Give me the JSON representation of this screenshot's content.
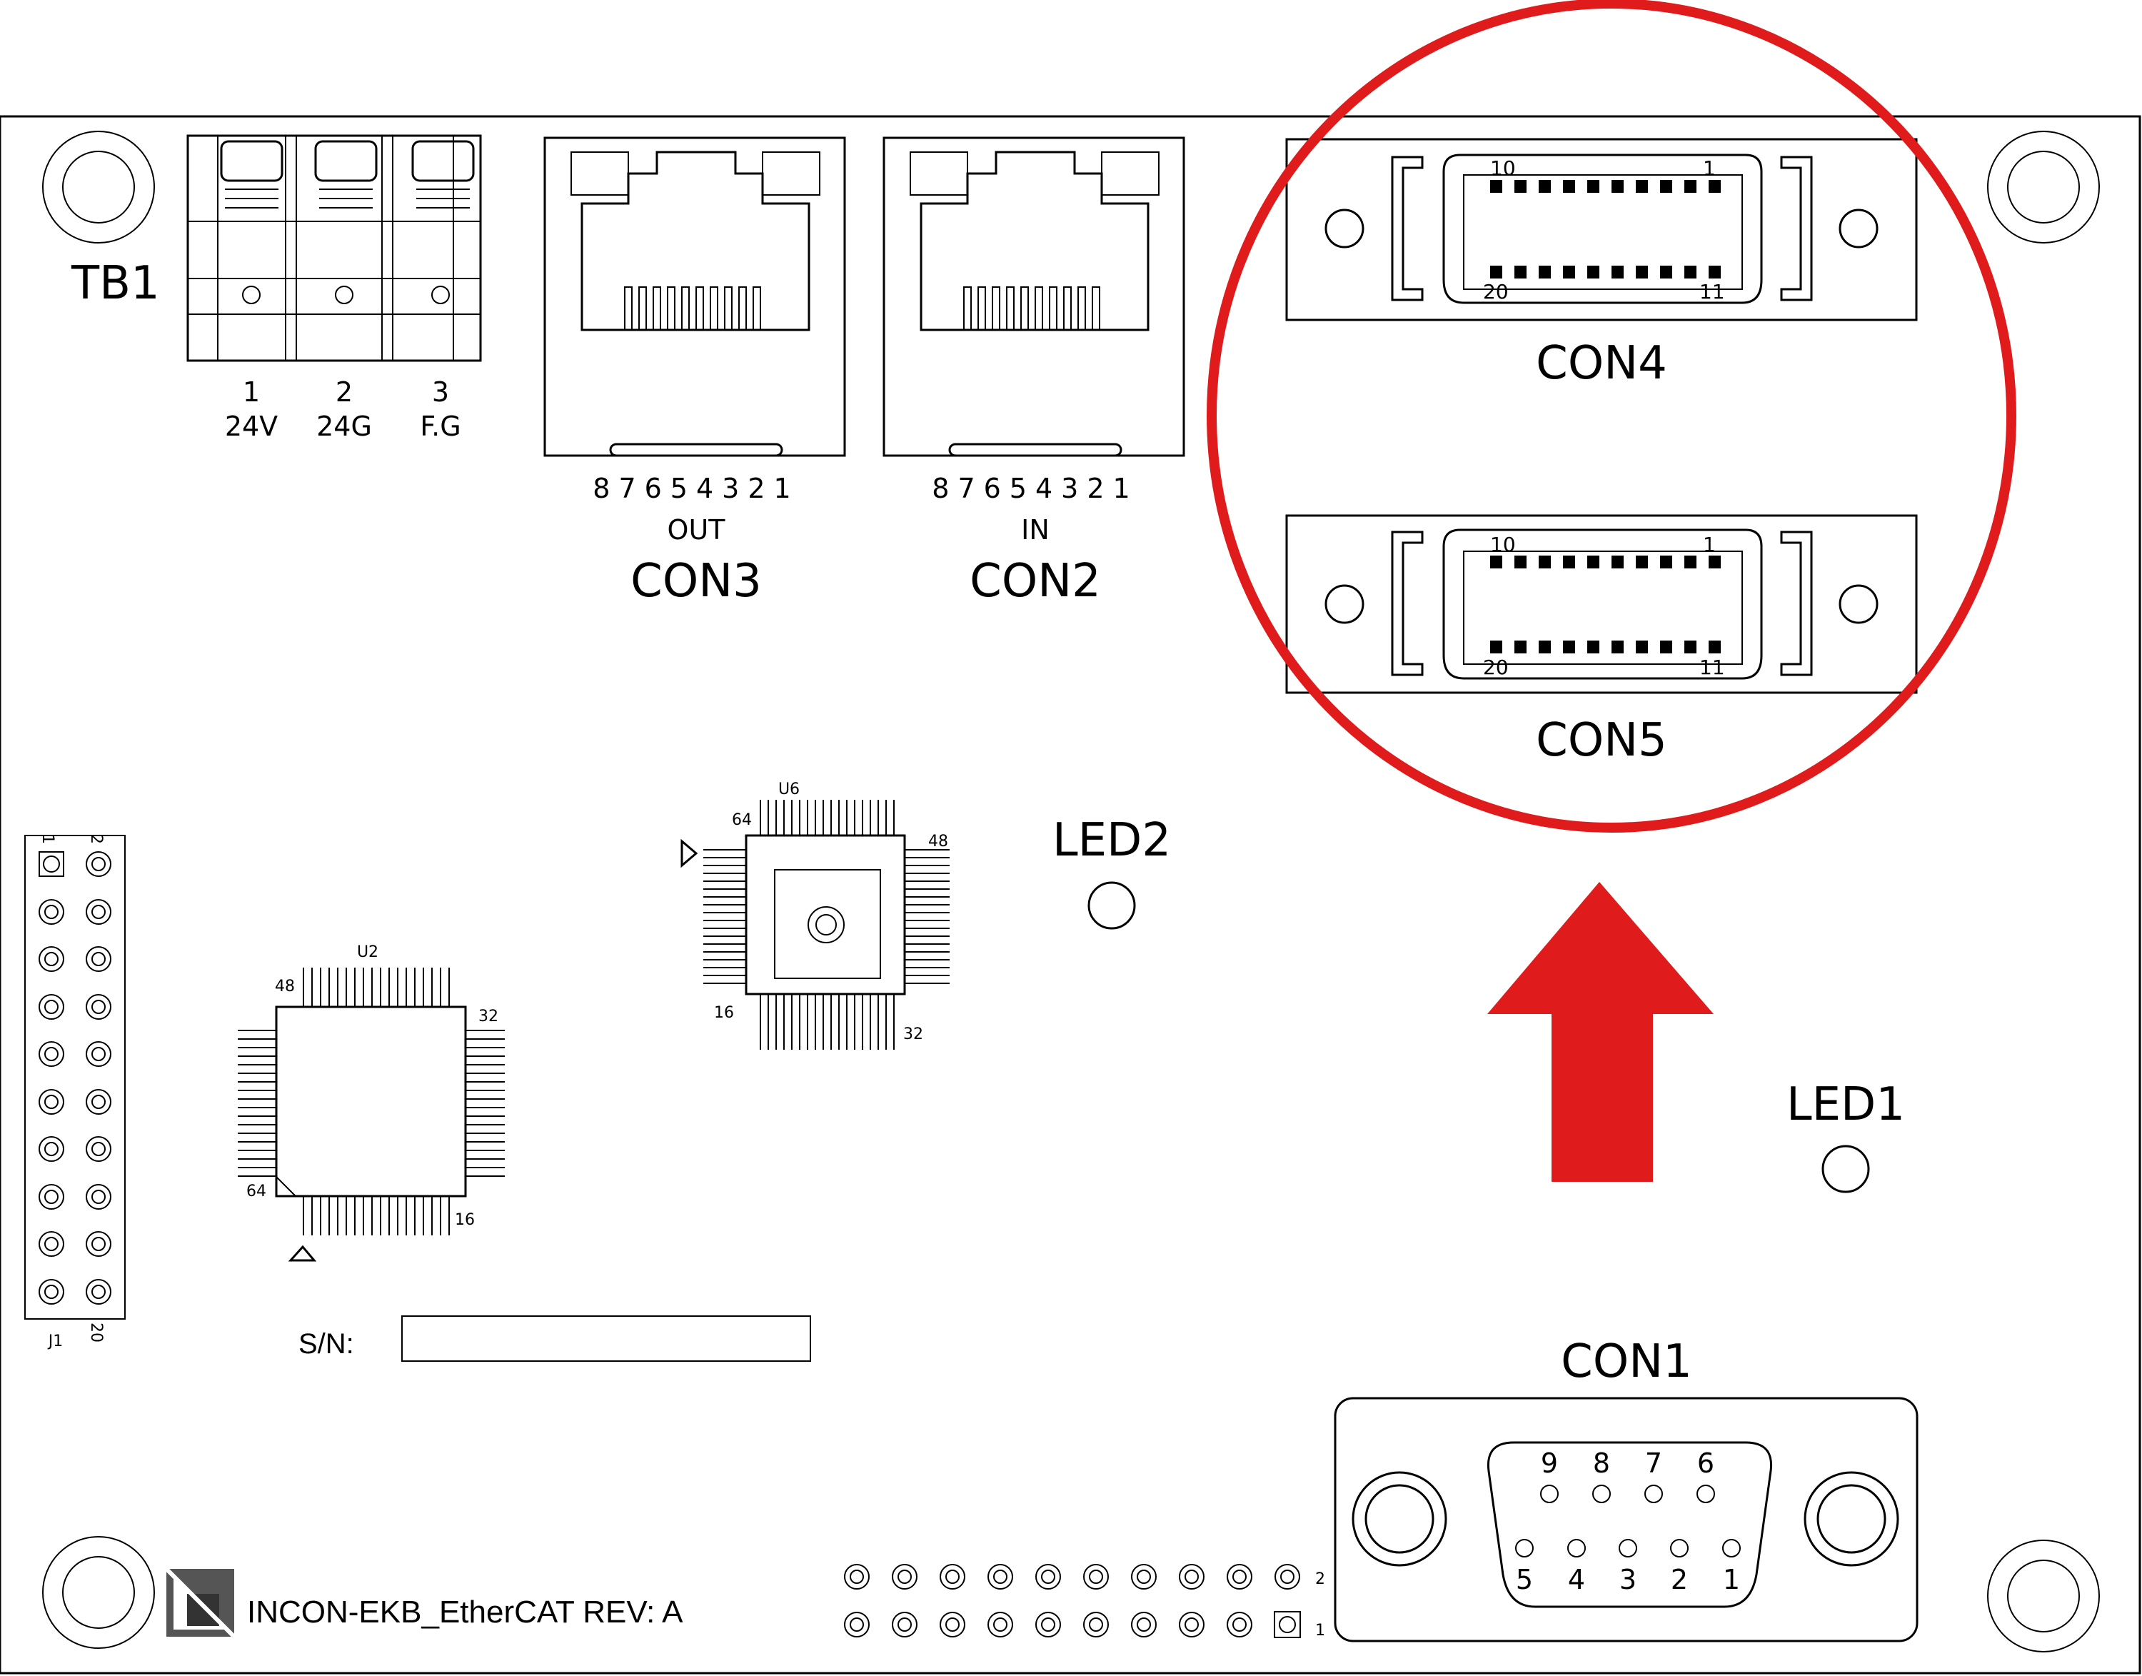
{
  "board": {
    "title": "INCON-EKB_EtherCAT REV: A",
    "sn_label": "S/N:"
  },
  "tb1": {
    "name": "TB1",
    "pins": [
      {
        "num": "1",
        "label": "24V"
      },
      {
        "num": "2",
        "label": "24G"
      },
      {
        "num": "3",
        "label": "F.G"
      }
    ]
  },
  "con3": {
    "name": "CON3",
    "pin_numbers": "87654321",
    "dir": "OUT"
  },
  "con2": {
    "name": "CON2",
    "pin_numbers": "87654321",
    "dir": "IN"
  },
  "con4": {
    "name": "CON4",
    "pin_tl": "10",
    "pin_tr": "1",
    "pin_bl": "20",
    "pin_br": "11"
  },
  "con5": {
    "name": "CON5",
    "pin_tl": "10",
    "pin_tr": "1",
    "pin_bl": "20",
    "pin_br": "11"
  },
  "con1": {
    "name": "CON1",
    "top_pins": [
      "9",
      "8",
      "7",
      "6"
    ],
    "bottom_pins": [
      "5",
      "4",
      "3",
      "2",
      "1"
    ]
  },
  "leds": {
    "led1": "LED1",
    "led2": "LED2"
  },
  "u2": {
    "name": "U2",
    "pin_48": "48",
    "pin_32": "32",
    "pin_64": "64",
    "pin_16": "16"
  },
  "u6": {
    "name": "U6",
    "pin_64": "64",
    "pin_48": "48",
    "pin_16": "16",
    "pin_32": "32"
  },
  "j1": {
    "name": "J1",
    "pin_1": "1",
    "pin_2": "2",
    "pin_20": "20"
  },
  "bottom_header": {
    "pin_2": "2",
    "pin_1": "1"
  },
  "highlight": {
    "color": "#e01b1b"
  }
}
